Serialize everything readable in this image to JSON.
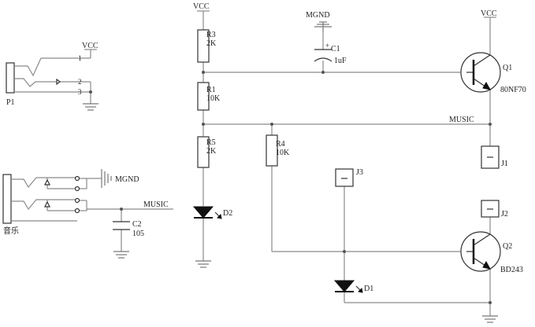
{
  "supply": {
    "vcc": "VCC",
    "mgnd": "MGND"
  },
  "net": {
    "music": "MUSIC"
  },
  "components": {
    "p1": {
      "ref": "P1",
      "pin1": "1",
      "pin2": "2",
      "pin3": "3"
    },
    "audio_jack": {
      "label": "音乐"
    },
    "r3": {
      "ref": "R3",
      "value": "2K"
    },
    "r1": {
      "ref": "R1",
      "value": "10K"
    },
    "r5": {
      "ref": "R5",
      "value": "2K"
    },
    "r4": {
      "ref": "R4",
      "value": "10K"
    },
    "c1": {
      "ref": "C1",
      "value": "1uF",
      "polarity": "+"
    },
    "c2": {
      "ref": "C2",
      "value": "105"
    },
    "d1": {
      "ref": "D1"
    },
    "d2": {
      "ref": "D2"
    },
    "q1": {
      "ref": "Q1",
      "part": "80NF70"
    },
    "q2": {
      "ref": "Q2",
      "part": "BD243"
    },
    "j1": {
      "ref": "J1"
    },
    "j2": {
      "ref": "J2"
    },
    "j3": {
      "ref": "J3"
    }
  }
}
